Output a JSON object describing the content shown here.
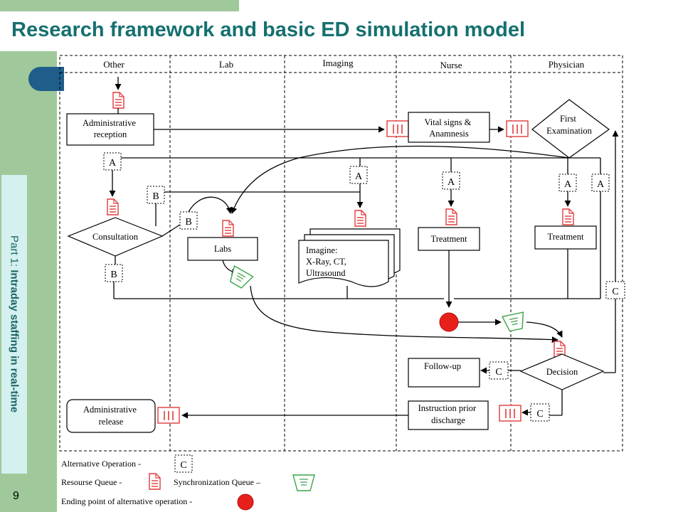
{
  "title": "Research framework and basic ED simulation model",
  "sidebar": {
    "part": "Part 1:",
    "topic": "Intraday staffing in real-time"
  },
  "page_number": "9",
  "lanes": [
    "Other",
    "Lab",
    "Imaging",
    "Nurse",
    "Physician"
  ],
  "nodes": {
    "admin_reception": [
      "Administrative",
      "reception"
    ],
    "vital_signs": [
      "Vital signs &",
      "Anamnesis"
    ],
    "first_exam": [
      "First",
      "Examination"
    ],
    "consultation": "Consultation",
    "labs": "Labs",
    "imaging": [
      "Imagine:",
      "X-Ray, CT,",
      "Ultrasound"
    ],
    "treatment_nurse": "Treatment",
    "treatment_physician": "Treatment",
    "decision": "Decision",
    "follow_up": "Follow-up",
    "instruction": [
      "Instruction prior",
      "discharge"
    ],
    "admin_release": [
      "Administrative",
      "release"
    ]
  },
  "connectors": {
    "a": "A",
    "b": "B",
    "c": "C"
  },
  "legend": {
    "alternative": "Alternative Operation -",
    "resource": "Resourse Queue -",
    "sync": "Synchronization Queue –",
    "ending": "Ending point of alternative operation -"
  },
  "colors": {
    "resource_queue": "#e23b3b",
    "sync_queue": "#3aa346",
    "end_point": "#e8201c",
    "title": "#15706f"
  }
}
